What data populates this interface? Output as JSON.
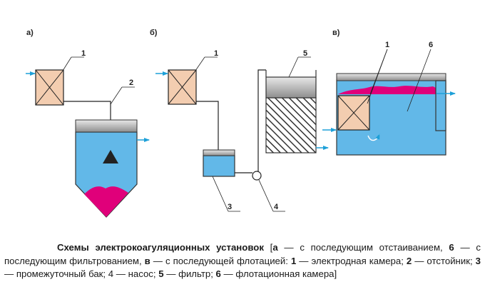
{
  "panels": {
    "a": "а)",
    "b": "б)",
    "v": "в)"
  },
  "callouts": {
    "a1": "1",
    "a2": "2",
    "b1": "1",
    "b5": "5",
    "b3": "3",
    "b4": "4",
    "v1": "1",
    "v6": "6"
  },
  "colors": {
    "electrode_fill": "#f3cdb0",
    "water": "#62b8e8",
    "sludge": "#e0007a",
    "arrow": "#1ea0d8",
    "lid": "#b5b5b5"
  },
  "caption": {
    "title": "Схемы электрокоагуляционных установок",
    "p1": " [",
    "k_a": "а",
    "p2": " — с последующим отстаиванием, ",
    "k_6a": "6",
    "p3": " — с последующим фильтрованием, ",
    "k_v": "в",
    "p4": " — с последующей флотацией: ",
    "k_1": "1",
    "p5": " — электродная камера; ",
    "k_2": "2",
    "p6": " — отстойник; ",
    "k_3": "3",
    "p7": " — промежуточный бак; 4 — насос; ",
    "k_5": "5",
    "p8": " — фильтр; ",
    "k_6b": "6",
    "p9": " — флотационная камера]"
  }
}
